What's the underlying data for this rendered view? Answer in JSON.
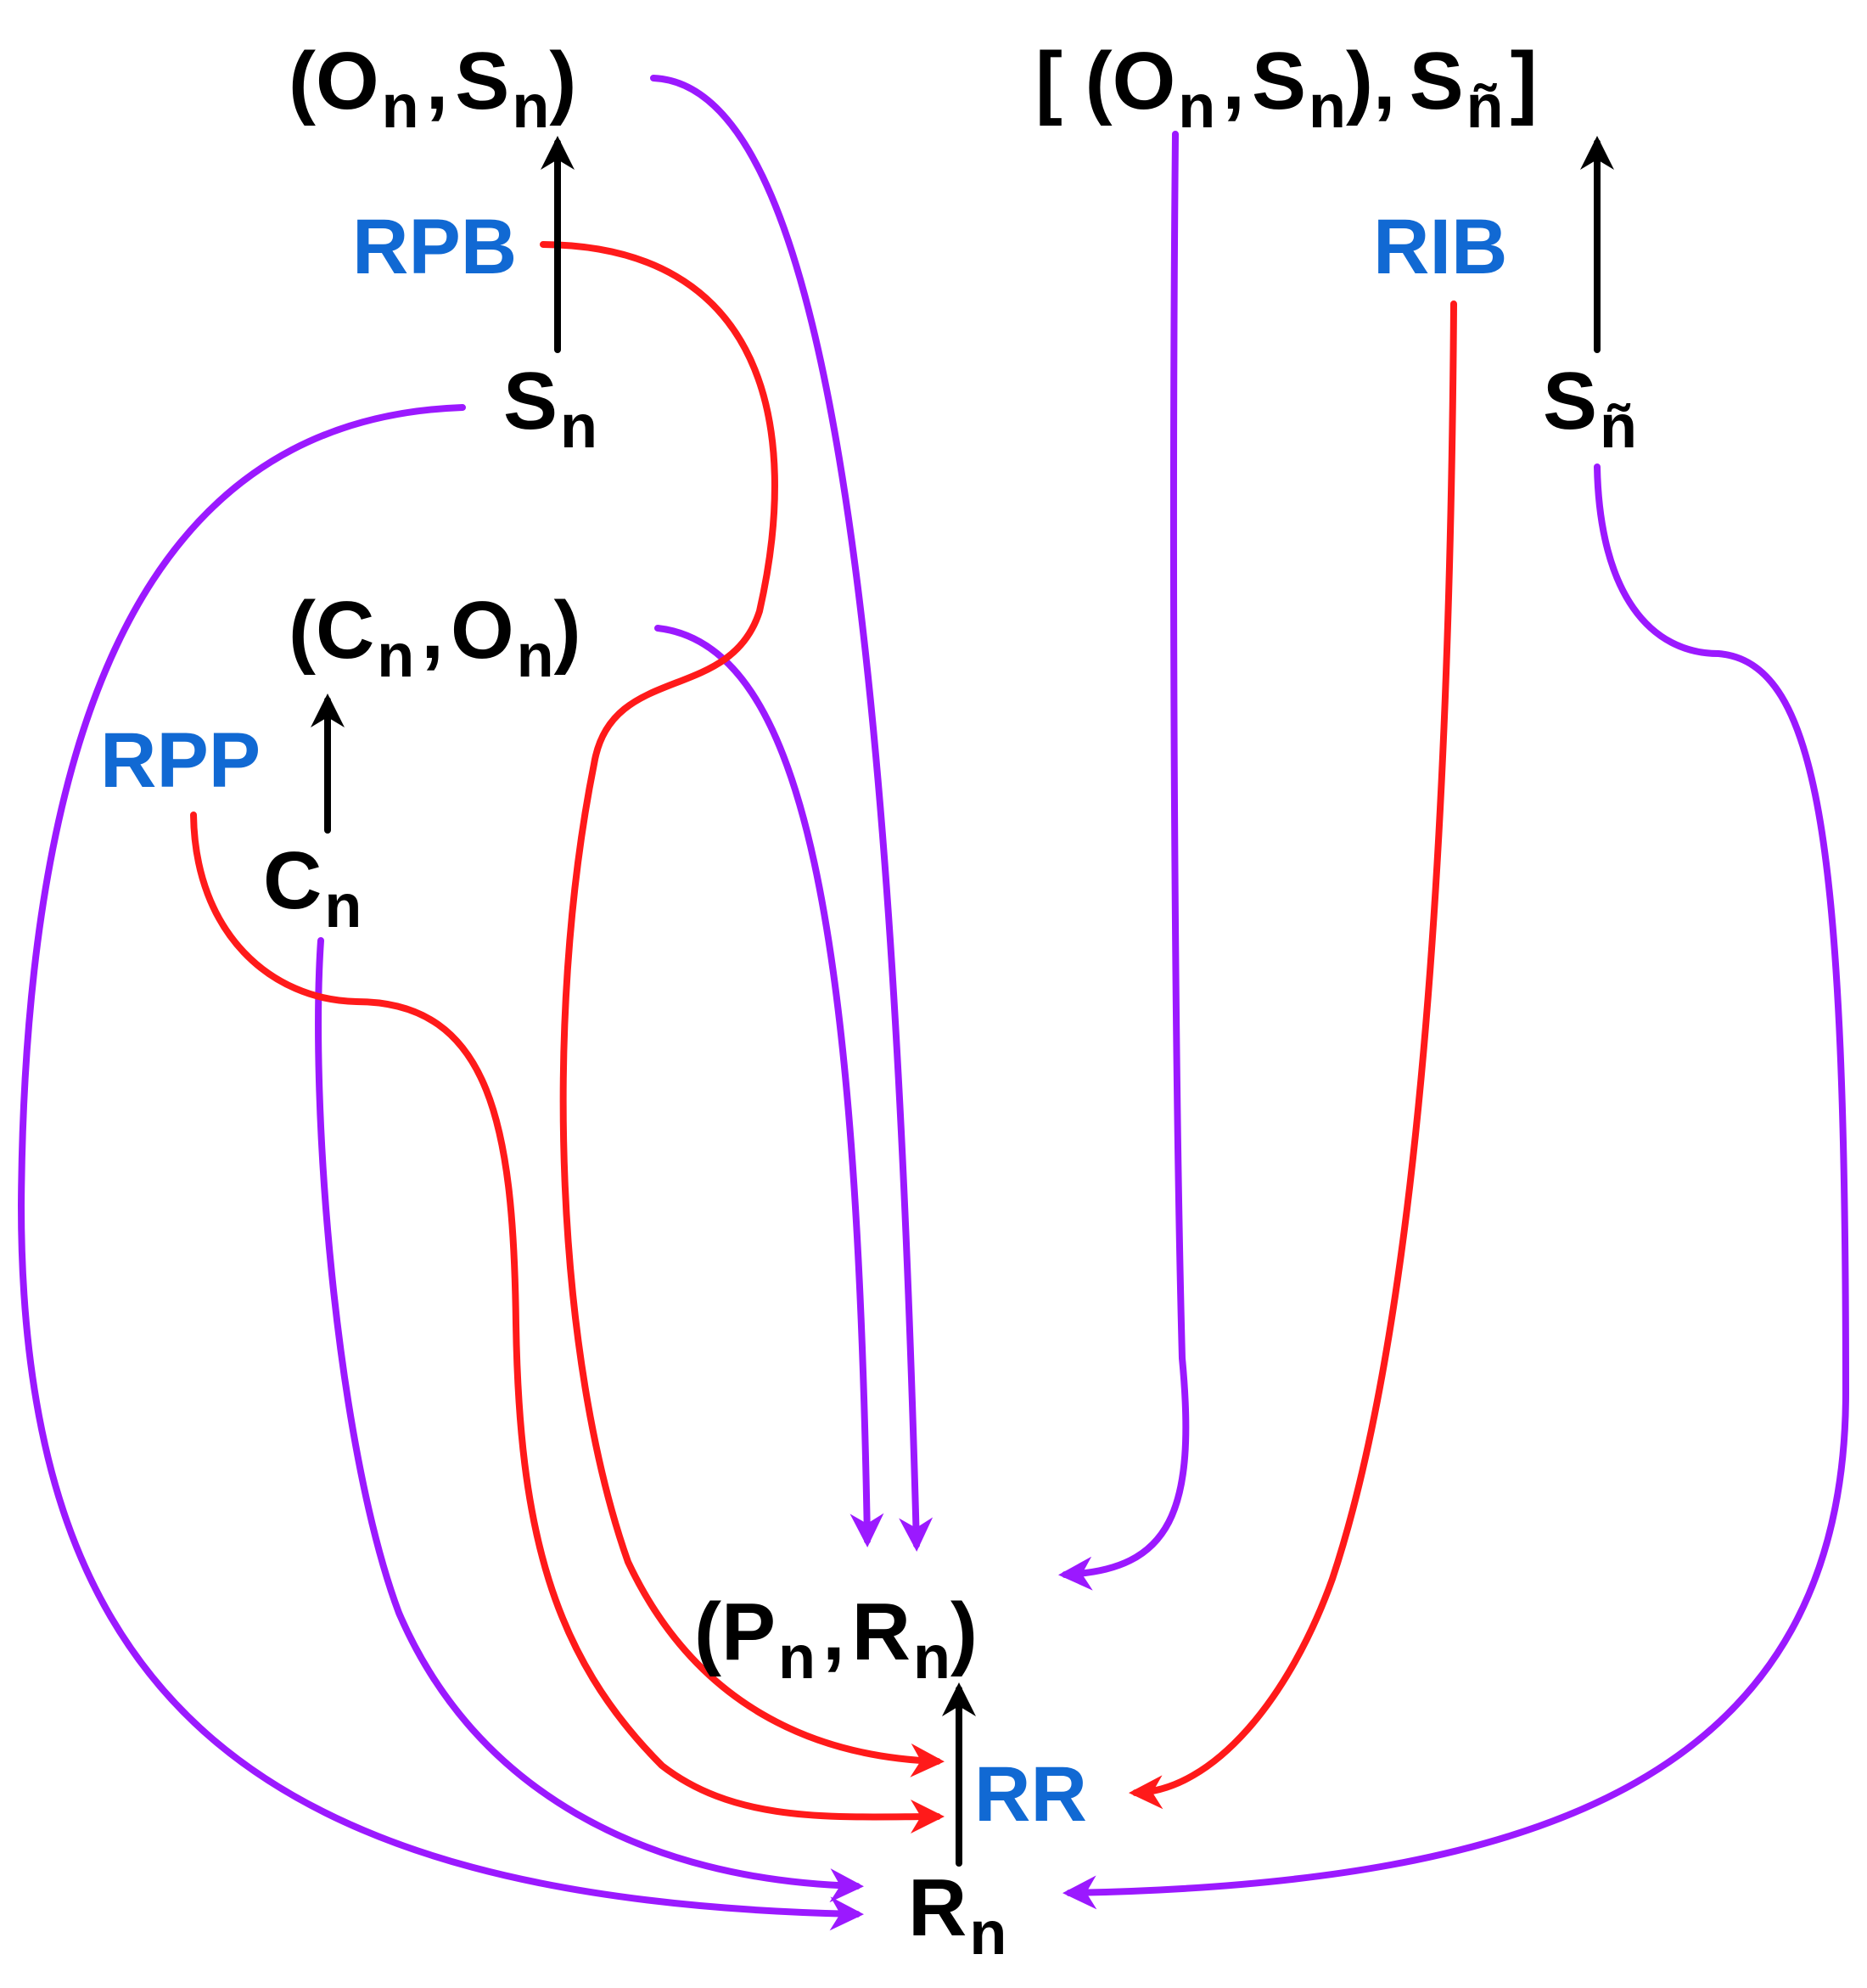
{
  "colors": {
    "black": "#000000",
    "blue_label": "#1169d3",
    "red_edge": "#ff1a1a",
    "purple_edge": "#9b19ff"
  },
  "nodes": {
    "on_sn": {
      "open": "(",
      "a": "O",
      "a_sub": "n",
      "sep": ",",
      "b": "S",
      "b_sub": "n",
      "close": ")"
    },
    "on_sn_snt": {
      "open": "[ (",
      "a": "O",
      "a_sub": "n",
      "sep1": ",",
      "b": "S",
      "b_sub": "n",
      "mid": "),",
      "c": "S",
      "c_sub": "ñ",
      "close": "]"
    },
    "sn": {
      "main": "S",
      "sub": "n"
    },
    "sntilde": {
      "main": "S",
      "sub": "ñ"
    },
    "cn_on": {
      "open": "(",
      "a": "C",
      "a_sub": "n",
      "sep": ",",
      "b": "O",
      "b_sub": "n",
      "close": ")"
    },
    "cn": {
      "main": "C",
      "sub": "n"
    },
    "pn_rn": {
      "open": "(",
      "a": "P",
      "a_sub": "n",
      "sep": ",",
      "b": "R",
      "b_sub": "n",
      "close": ")"
    },
    "rn": {
      "main": "R",
      "sub": "n"
    }
  },
  "processes": {
    "rpb": "RPB",
    "rib": "RIB",
    "rpp": "RPP",
    "rr": "RR"
  },
  "edges": [
    {
      "from": "S_n",
      "to": "(O_n, S_n)",
      "kind": "production",
      "color": "black"
    },
    {
      "from": "S_ñ",
      "to": "[ (O_n, S_n), S_ñ ]",
      "kind": "production",
      "color": "black"
    },
    {
      "from": "C_n",
      "to": "(C_n, O_n)",
      "kind": "production",
      "color": "black"
    },
    {
      "from": "R_n",
      "to": "(P_n, R_n)",
      "kind": "production",
      "color": "black"
    },
    {
      "from": "RPB",
      "to": "RR",
      "kind": "catalysis",
      "color": "red"
    },
    {
      "from": "RPP",
      "to": "RR",
      "kind": "catalysis",
      "color": "red"
    },
    {
      "from": "RIB",
      "to": "RR",
      "kind": "catalysis",
      "color": "red"
    },
    {
      "from": "(O_n, S_n)",
      "to": "(P_n, R_n)",
      "kind": "flow",
      "color": "purple"
    },
    {
      "from": "(C_n, O_n)",
      "to": "(P_n, R_n)",
      "kind": "flow",
      "color": "purple"
    },
    {
      "from": "[ (O_n, S_n), S_ñ ]",
      "to": "(P_n, R_n)",
      "kind": "flow",
      "color": "purple"
    },
    {
      "from": "S_n",
      "to": "R_n",
      "kind": "flow",
      "color": "purple"
    },
    {
      "from": "C_n",
      "to": "R_n",
      "kind": "flow",
      "color": "purple"
    },
    {
      "from": "S_ñ",
      "to": "R_n",
      "kind": "flow",
      "color": "purple"
    }
  ]
}
